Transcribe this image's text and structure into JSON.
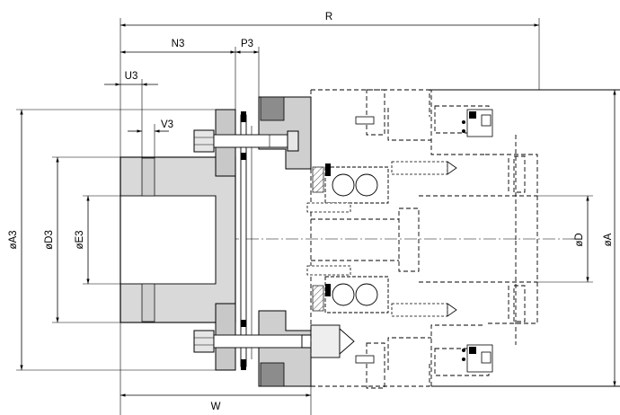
{
  "drawing": {
    "labels": {
      "R": "R",
      "N3": "N3",
      "P3": "P3",
      "U3": "U3",
      "V3": "V3",
      "A3": "øA3",
      "D3": "øD3",
      "E3": "øE3",
      "D": "øD",
      "A": "øA",
      "W": "W"
    },
    "colors": {
      "line": "#000000",
      "part_fill": "#d9d9d9",
      "part_fill_dark": "#9a9a9a",
      "background": "#ffffff"
    }
  }
}
